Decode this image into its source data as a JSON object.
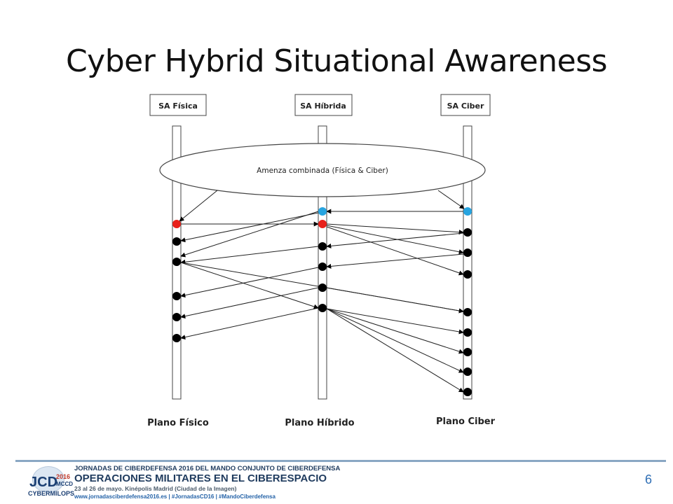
{
  "slide": {
    "title": "Cyber Hybrid Situational Awareness",
    "page_number": "6"
  },
  "diagram": {
    "columns": [
      {
        "id": "fisica",
        "header": "SA Física",
        "footer": "Plano Físico"
      },
      {
        "id": "hibrida",
        "header": "SA Híbrida",
        "footer": "Plano Híbrido"
      },
      {
        "id": "ciber",
        "header": "SA Ciber",
        "footer": "Plano Ciber"
      }
    ],
    "threat_label": "Amenza combinada (Física & Ciber)",
    "colors": {
      "event_default": "#000000",
      "event_detection_physical": "#e8201a",
      "event_detection_cyber": "#27a4e0"
    }
  },
  "footer": {
    "line1": "JORNADAS DE CIBERDEFENSA 2016 DEL MANDO CONJUNTO DE CIBERDEFENSA",
    "line2": "OPERACIONES MILITARES EN EL CIBERESPACIO",
    "line3": "23 al 26 de mayo. Kinépolis Madrid (Ciudad de la Imagen)",
    "line4": "www.jornadasciberdefensa2016.es  |  #JornadasCD16  |  #MandoCiberdefensa",
    "logo_text": "JCD",
    "logo_year": "2016",
    "logo_org": "MCCD",
    "logo_sub": "CYBERMILOPS"
  }
}
